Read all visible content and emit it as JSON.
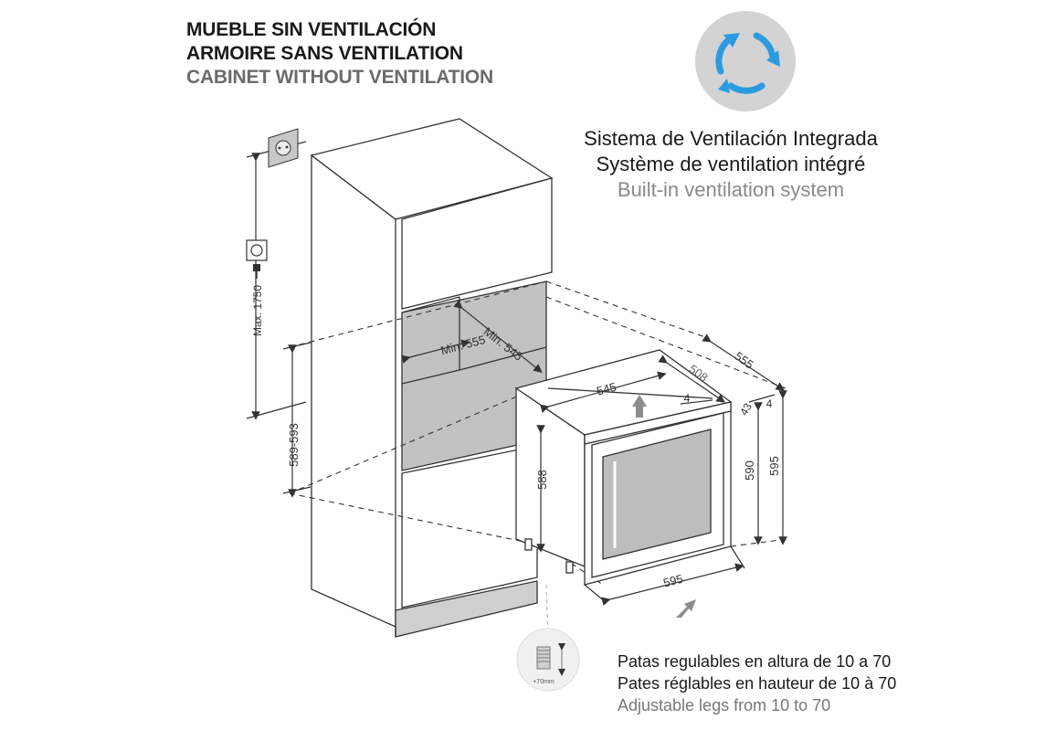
{
  "heading": {
    "es": "MUEBLE SIN VENTILACIÓN",
    "fr": "ARMOIRE SANS VENTILATION",
    "en": "CABINET WITHOUT VENTILATION"
  },
  "ventilation": {
    "es": "Sistema de Ventilación Integrada",
    "fr": "Système de ventilation intégré",
    "en": "Built-in ventilation system",
    "icon": "circular-arrows-icon",
    "icon_color": "#2b9be0",
    "icon_bg": "#d3d3d3"
  },
  "legs": {
    "es": "Patas regulables en altura de 10 a 70",
    "fr": "Pates réglables en hauteur de 10 à 70",
    "en": "Adjustable legs from 10 to 70",
    "icon_label": "+70mm"
  },
  "cabinet": {
    "max_height": "Max. 1750",
    "niche_height": "589-593",
    "min_depth": "Min. 545",
    "min_width": "Min. 555"
  },
  "appliance": {
    "depth_545": "545",
    "depth_508": "508",
    "depth_555": "555",
    "gap_4a": "4",
    "gap_4b": "4",
    "gap_43": "43",
    "height_588": "588",
    "height_590": "590",
    "height_595": "595",
    "width_595": "595"
  },
  "colors": {
    "line": "#333333",
    "niche_fill": "#c2c2c2",
    "glass_fill": "#bdbdbd",
    "arrow": "#8c8c8c"
  }
}
